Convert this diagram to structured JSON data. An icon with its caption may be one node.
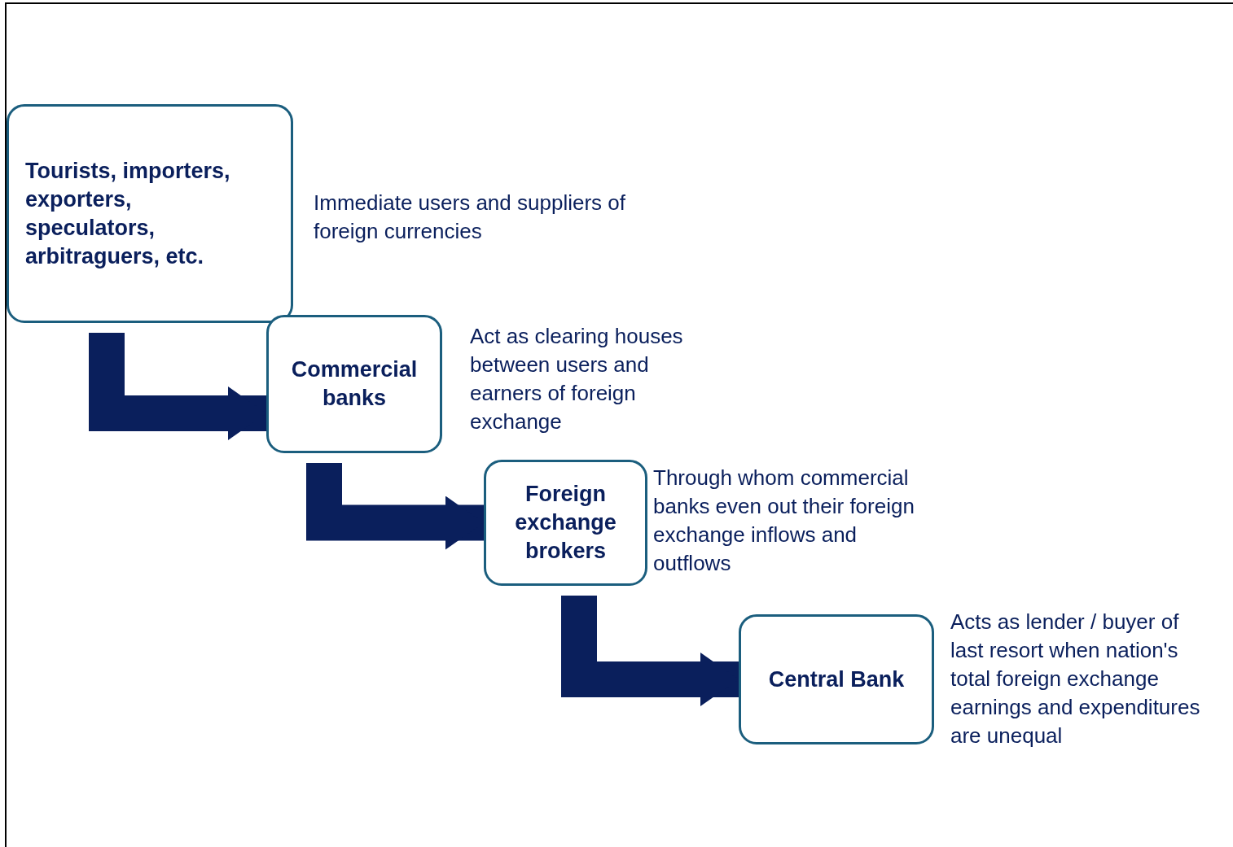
{
  "diagram": {
    "nodes": [
      {
        "text": [
          "Tourists, importers, exporters, speculators, arbitraguers, etc."
        ],
        "beside": [
          "Immediate users and suppliers of foreign currencies"
        ]
      },
      {
        "text": [
          "Commercial banks"
        ],
        "beside": [
          "Act as clearing houses between users and earners of foreign exchange"
        ]
      },
      {
        "text": [
          "Foreign exchange brokers"
        ],
        "beside": [
          "Through whom commercial banks even out their foreign exchange inflows and outflows"
        ]
      },
      {
        "text": [
          "Central Bank"
        ],
        "beside": [
          "Acts as lender / buyer of last resort when nation's total foreign exchange earnings and expenditures are unequal"
        ]
      }
    ],
    "edges": [
      {
        "from": 0,
        "to": 1,
        "arrow": "to"
      },
      {
        "from": 1,
        "to": 2,
        "arrow": "to"
      },
      {
        "from": 2,
        "to": 3,
        "arrow": "to"
      }
    ]
  }
}
